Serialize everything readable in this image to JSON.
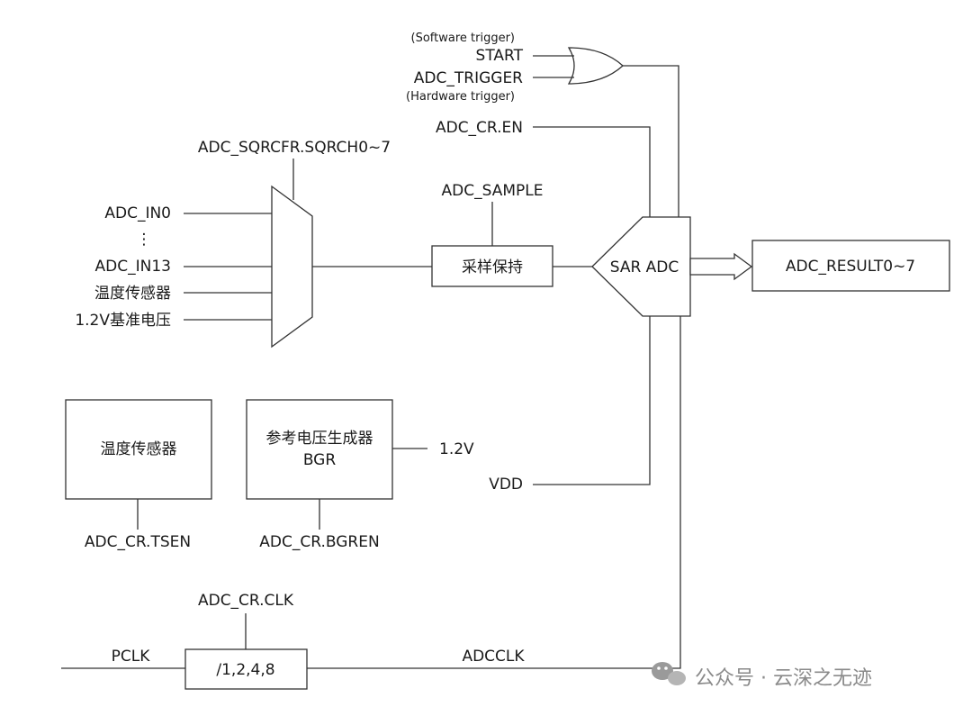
{
  "signals": {
    "software_trigger": "(Software trigger)",
    "start": "START",
    "adc_trigger": "ADC_TRIGGER",
    "hardware_trigger": "(Hardware trigger)",
    "adc_cr_en": "ADC_CR.EN",
    "sqrch": "ADC_SQRCFR.SQRCH0~7",
    "adc_sample": "ADC_SAMPLE",
    "adc_in0": "ADC_IN0",
    "vdots": "⋮",
    "adc_in13": "ADC_IN13",
    "temp_input": "温度传感器",
    "ref_input": "1.2V基准电压",
    "v12": "1.2V",
    "vdd": "VDD",
    "tsen": "ADC_CR.TSEN",
    "bgren": "ADC_CR.BGREN",
    "adc_cr_clk": "ADC_CR.CLK",
    "pclk": "PCLK",
    "adcclk": "ADCCLK"
  },
  "blocks": {
    "sample_hold": "采样保持",
    "sar_adc": "SAR ADC",
    "result": "ADC_RESULT0~7",
    "temp_sensor": "温度传感器",
    "bgr_line1": "参考电压生成器",
    "bgr_line2": "BGR",
    "divider": "/1,2,4,8"
  },
  "watermark": {
    "text": "公众号 · 云深之无迹",
    "icon": "wechat-icon"
  },
  "colors": {
    "line": "#333333",
    "watermark": "#8a8a8a"
  }
}
